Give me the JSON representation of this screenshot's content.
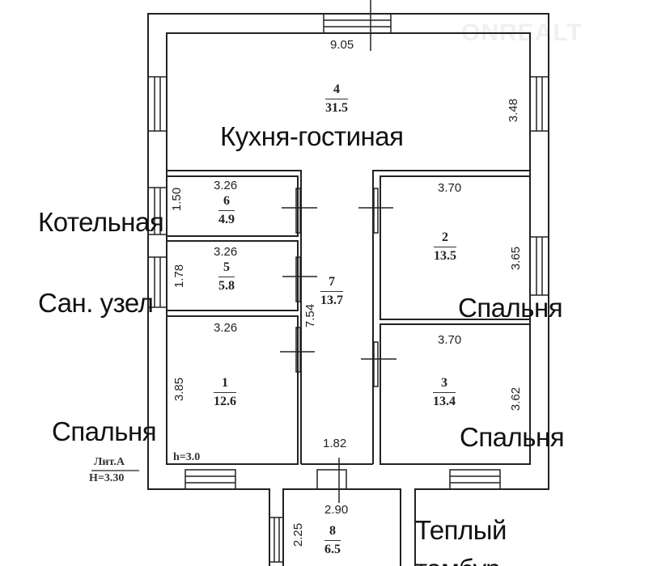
{
  "watermark": "ONREALT",
  "rooms": [
    {
      "id": "4",
      "area": "31.5",
      "label": "Кухня-гостиная"
    },
    {
      "id": "6",
      "area": "4.9",
      "label": "Котельная"
    },
    {
      "id": "5",
      "area": "5.8",
      "label": "Сан. узел"
    },
    {
      "id": "1",
      "area": "12.6",
      "label": "Спальня"
    },
    {
      "id": "7",
      "area": "13.7"
    },
    {
      "id": "2",
      "area": "13.5",
      "label": "Спальня"
    },
    {
      "id": "3",
      "area": "13.4",
      "label": "Спальня"
    },
    {
      "id": "8",
      "area": "6.5",
      "label": "Теплый тамбур"
    }
  ],
  "dimensions": {
    "kitchen_width": "9.05",
    "kitchen_height": "3.48",
    "r6_width": "3.26",
    "r6_height": "1.50",
    "r5_width": "3.26",
    "r5_height": "1.78",
    "r1_width": "3.26",
    "r1_height": "3.85",
    "corridor_length": "7.54",
    "corridor_width": "1.82",
    "r2_width": "3.70",
    "r2_height": "3.65",
    "r3_width": "3.70",
    "r3_height": "3.62",
    "r8_width": "2.90",
    "r8_height": "2.25"
  },
  "notes": {
    "ceiling": "h=3.0",
    "lit": "Лит.А",
    "height": "H=3.30"
  }
}
